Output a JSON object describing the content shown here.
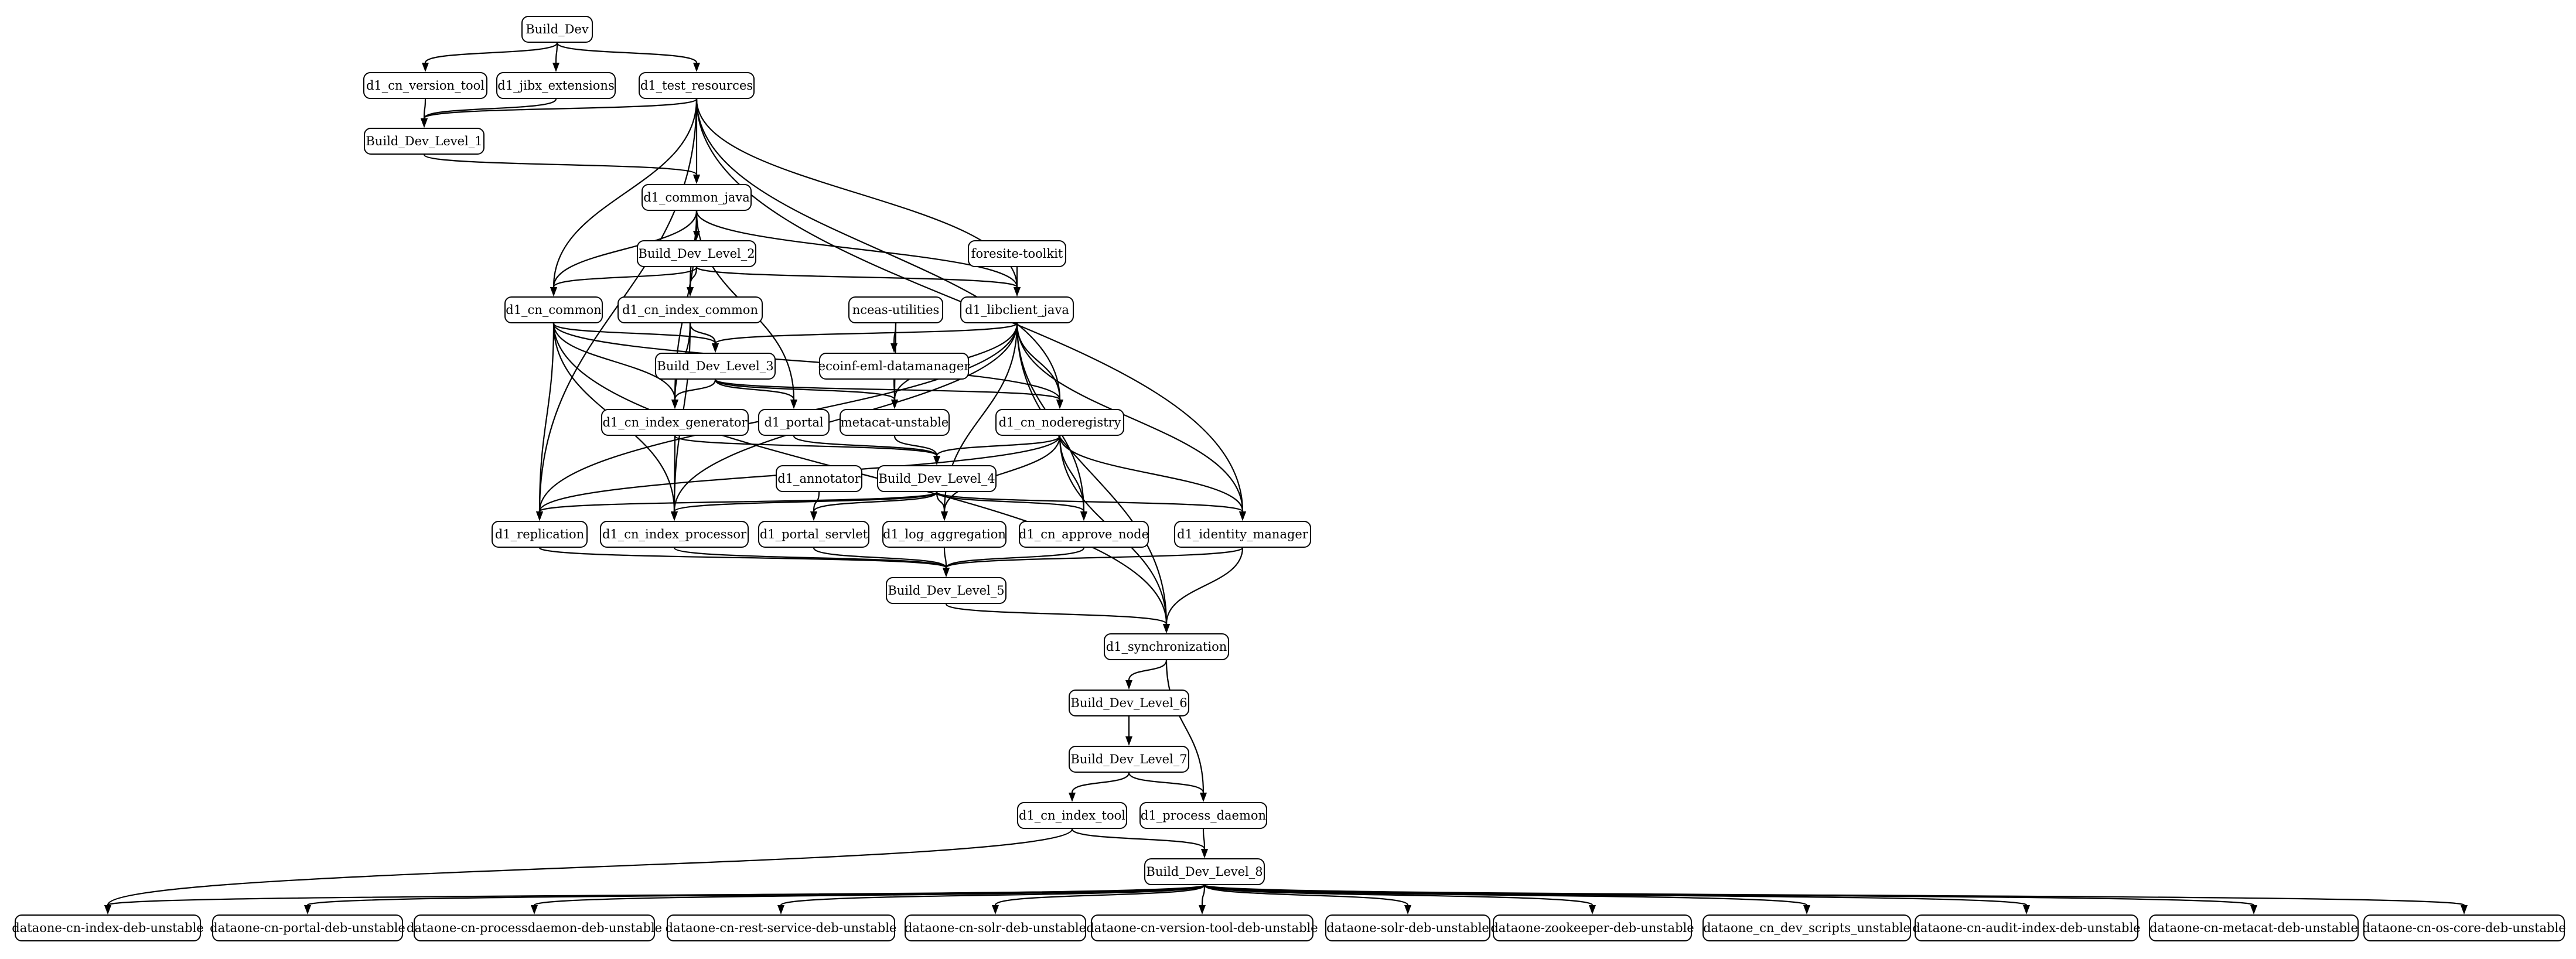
{
  "diagram": {
    "nodes": {
      "build_dev": "Build_Dev",
      "d1_cn_version_tool": "d1_cn_version_tool",
      "d1_jibx_extensions": "d1_jibx_extensions",
      "d1_test_resources": "d1_test_resources",
      "build_dev_level_1": "Build_Dev_Level_1",
      "d1_common_java": "d1_common_java",
      "foresite_toolkit": "foresite-toolkit",
      "build_dev_level_2": "Build_Dev_Level_2",
      "d1_cn_common": "d1_cn_common",
      "d1_cn_index_common": "d1_cn_index_common",
      "nceas_utilities": "nceas-utilities",
      "d1_libclient_java": "d1_libclient_java",
      "build_dev_level_3": "Build_Dev_Level_3",
      "ecoinf_eml_datamanager": "ecoinf-eml-datamanager",
      "d1_cn_index_generator": "d1_cn_index_generator",
      "d1_portal": "d1_portal",
      "metacat_unstable": "metacat-unstable",
      "d1_cn_noderegistry": "d1_cn_noderegistry",
      "d1_annotator": "d1_annotator",
      "build_dev_level_4": "Build_Dev_Level_4",
      "d1_replication": "d1_replication",
      "d1_cn_index_processor": "d1_cn_index_processor",
      "d1_portal_servlet": "d1_portal_servlet",
      "d1_log_aggregation": "d1_log_aggregation",
      "d1_cn_approve_node": "d1_cn_approve_node",
      "d1_identity_manager": "d1_identity_manager",
      "build_dev_level_5": "Build_Dev_Level_5",
      "d1_synchronization": "d1_synchronization",
      "build_dev_level_6": "Build_Dev_Level_6",
      "build_dev_level_7": "Build_Dev_Level_7",
      "d1_cn_index_tool": "d1_cn_index_tool",
      "d1_process_daemon": "d1_process_daemon",
      "build_dev_level_8": "Build_Dev_Level_8",
      "dataone_cn_index_deb_unstable": "dataone-cn-index-deb-unstable",
      "dataone_cn_portal_deb_unstable": "dataone-cn-portal-deb-unstable",
      "dataone_cn_processdaemon_deb_unstable": "dataone-cn-processdaemon-deb-unstable",
      "dataone_cn_rest_service_deb_unstable": "dataone-cn-rest-service-deb-unstable",
      "dataone_cn_solr_deb_unstable": "dataone-cn-solr-deb-unstable",
      "dataone_cn_version_tool_deb_unstable": "dataone-cn-version-tool-deb-unstable",
      "dataone_solr_deb_unstable": "dataone-solr-deb-unstable",
      "dataone_zookeeper_deb_unstable": "dataone-zookeeper-deb-unstable",
      "dataone_cn_dev_scripts_unstable": "dataone_cn_dev_scripts_unstable",
      "dataone_cn_audit_index_deb_unstable": "dataone-cn-audit-index-deb-unstable",
      "dataone_cn_metacat_deb_unstable": "dataone-cn-metacat-deb-unstable",
      "dataone_cn_os_core_deb_unstable": "dataone-cn-os-core-deb-unstable"
    },
    "edges": [
      [
        "build_dev",
        "d1_cn_version_tool"
      ],
      [
        "build_dev",
        "d1_jibx_extensions"
      ],
      [
        "build_dev",
        "d1_test_resources"
      ],
      [
        "d1_cn_version_tool",
        "build_dev_level_1"
      ],
      [
        "d1_jibx_extensions",
        "build_dev_level_1"
      ],
      [
        "d1_test_resources",
        "build_dev_level_1"
      ],
      [
        "d1_test_resources",
        "d1_common_java"
      ],
      [
        "d1_test_resources",
        "d1_cn_common"
      ],
      [
        "d1_test_resources",
        "d1_libclient_java"
      ],
      [
        "d1_test_resources",
        "d1_cn_noderegistry"
      ],
      [
        "d1_test_resources",
        "d1_identity_manager"
      ],
      [
        "d1_test_resources",
        "d1_replication"
      ],
      [
        "build_dev_level_1",
        "d1_common_java"
      ],
      [
        "d1_common_java",
        "build_dev_level_2"
      ],
      [
        "d1_common_java",
        "d1_cn_common"
      ],
      [
        "d1_common_java",
        "d1_cn_index_common"
      ],
      [
        "d1_common_java",
        "d1_libclient_java"
      ],
      [
        "d1_common_java",
        "d1_portal"
      ],
      [
        "d1_common_java",
        "d1_cn_index_generator"
      ],
      [
        "foresite_toolkit",
        "d1_libclient_java"
      ],
      [
        "build_dev_level_2",
        "d1_cn_common"
      ],
      [
        "build_dev_level_2",
        "d1_cn_index_common"
      ],
      [
        "build_dev_level_2",
        "d1_libclient_java"
      ],
      [
        "nceas_utilities",
        "ecoinf_eml_datamanager"
      ],
      [
        "nceas_utilities",
        "metacat_unstable"
      ],
      [
        "d1_cn_common",
        "build_dev_level_3"
      ],
      [
        "d1_cn_common",
        "d1_cn_index_generator"
      ],
      [
        "d1_cn_common",
        "d1_cn_noderegistry"
      ],
      [
        "d1_cn_common",
        "d1_replication"
      ],
      [
        "d1_cn_common",
        "d1_cn_index_processor"
      ],
      [
        "d1_cn_common",
        "d1_synchronization"
      ],
      [
        "d1_cn_index_common",
        "build_dev_level_3"
      ],
      [
        "d1_cn_index_common",
        "d1_cn_index_generator"
      ],
      [
        "d1_cn_index_common",
        "d1_cn_index_processor"
      ],
      [
        "d1_libclient_java",
        "build_dev_level_3"
      ],
      [
        "d1_libclient_java",
        "metacat_unstable"
      ],
      [
        "d1_libclient_java",
        "d1_cn_noderegistry"
      ],
      [
        "d1_libclient_java",
        "d1_replication"
      ],
      [
        "d1_libclient_java",
        "d1_cn_index_processor"
      ],
      [
        "d1_libclient_java",
        "d1_log_aggregation"
      ],
      [
        "d1_libclient_java",
        "d1_cn_approve_node"
      ],
      [
        "d1_libclient_java",
        "d1_identity_manager"
      ],
      [
        "d1_libclient_java",
        "d1_synchronization"
      ],
      [
        "ecoinf_eml_datamanager",
        "metacat_unstable"
      ],
      [
        "build_dev_level_3",
        "d1_cn_index_generator"
      ],
      [
        "build_dev_level_3",
        "d1_portal"
      ],
      [
        "build_dev_level_3",
        "metacat_unstable"
      ],
      [
        "build_dev_level_3",
        "d1_cn_noderegistry"
      ],
      [
        "d1_cn_index_generator",
        "build_dev_level_4"
      ],
      [
        "d1_cn_index_generator",
        "d1_cn_index_processor"
      ],
      [
        "d1_portal",
        "build_dev_level_4"
      ],
      [
        "metacat_unstable",
        "build_dev_level_4"
      ],
      [
        "d1_cn_noderegistry",
        "build_dev_level_4"
      ],
      [
        "d1_cn_noderegistry",
        "d1_replication"
      ],
      [
        "d1_cn_noderegistry",
        "d1_log_aggregation"
      ],
      [
        "d1_cn_noderegistry",
        "d1_cn_approve_node"
      ],
      [
        "d1_cn_noderegistry",
        "d1_identity_manager"
      ],
      [
        "d1_cn_noderegistry",
        "d1_synchronization"
      ],
      [
        "d1_annotator",
        "d1_portal_servlet"
      ],
      [
        "build_dev_level_4",
        "d1_replication"
      ],
      [
        "build_dev_level_4",
        "d1_cn_index_processor"
      ],
      [
        "build_dev_level_4",
        "d1_portal_servlet"
      ],
      [
        "build_dev_level_4",
        "d1_log_aggregation"
      ],
      [
        "build_dev_level_4",
        "d1_cn_approve_node"
      ],
      [
        "build_dev_level_4",
        "d1_identity_manager"
      ],
      [
        "d1_replication",
        "build_dev_level_5"
      ],
      [
        "d1_cn_index_processor",
        "build_dev_level_5"
      ],
      [
        "d1_portal_servlet",
        "build_dev_level_5"
      ],
      [
        "d1_log_aggregation",
        "build_dev_level_5"
      ],
      [
        "d1_cn_approve_node",
        "build_dev_level_5"
      ],
      [
        "d1_identity_manager",
        "build_dev_level_5"
      ],
      [
        "d1_identity_manager",
        "d1_synchronization"
      ],
      [
        "build_dev_level_5",
        "d1_synchronization"
      ],
      [
        "d1_synchronization",
        "build_dev_level_6"
      ],
      [
        "d1_synchronization",
        "d1_process_daemon"
      ],
      [
        "build_dev_level_6",
        "build_dev_level_7"
      ],
      [
        "build_dev_level_7",
        "d1_cn_index_tool"
      ],
      [
        "build_dev_level_7",
        "d1_process_daemon"
      ],
      [
        "d1_cn_index_tool",
        "build_dev_level_8"
      ],
      [
        "d1_cn_index_tool",
        "dataone_cn_index_deb_unstable"
      ],
      [
        "d1_process_daemon",
        "build_dev_level_8"
      ],
      [
        "build_dev_level_8",
        "dataone_cn_index_deb_unstable"
      ],
      [
        "build_dev_level_8",
        "dataone_cn_portal_deb_unstable"
      ],
      [
        "build_dev_level_8",
        "dataone_cn_processdaemon_deb_unstable"
      ],
      [
        "build_dev_level_8",
        "dataone_cn_rest_service_deb_unstable"
      ],
      [
        "build_dev_level_8",
        "dataone_cn_solr_deb_unstable"
      ],
      [
        "build_dev_level_8",
        "dataone_cn_version_tool_deb_unstable"
      ],
      [
        "build_dev_level_8",
        "dataone_solr_deb_unstable"
      ],
      [
        "build_dev_level_8",
        "dataone_zookeeper_deb_unstable"
      ],
      [
        "build_dev_level_8",
        "dataone_cn_dev_scripts_unstable"
      ],
      [
        "build_dev_level_8",
        "dataone_cn_audit_index_deb_unstable"
      ],
      [
        "build_dev_level_8",
        "dataone_cn_metacat_deb_unstable"
      ],
      [
        "build_dev_level_8",
        "dataone_cn_os_core_deb_unstable"
      ]
    ]
  }
}
